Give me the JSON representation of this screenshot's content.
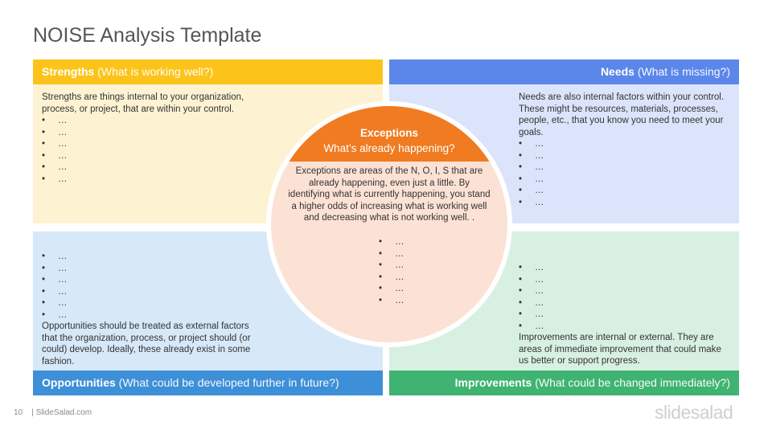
{
  "title": "NOISE Analysis Template",
  "colors": {
    "strengths_header": "#fcc41a",
    "strengths_bg": "#fdf3d3",
    "needs_header": "#5b86ea",
    "needs_bg": "#dbe4fa",
    "opportunities_header": "#3d8fd7",
    "opportunities_bg": "#d7e8f8",
    "improvements_header": "#3fb371",
    "improvements_bg": "#d7f0e2",
    "exceptions_header": "#f07b21",
    "exceptions_bg": "#fce2d4"
  },
  "strengths": {
    "label": "Strengths",
    "sub": "(What is working well?)",
    "text": "Strengths are things internal to your organization, process, or project, that are within your control.",
    "bullets": [
      "…",
      "…",
      "…",
      "…",
      "…",
      "…"
    ]
  },
  "needs": {
    "label": "Needs",
    "sub": "(What is missing?)",
    "text": "Needs are also internal factors within your control. These might be resources, materials, processes, people, etc., that you know you need to meet your goals.",
    "bullets": [
      "…",
      "…",
      "…",
      "…",
      "…",
      "…"
    ]
  },
  "opportunities": {
    "label": "Opportunities",
    "sub": "(What could be developed further in future?)",
    "text": "Opportunities should be treated as external factors that the organization, process, or project should (or could) develop. Ideally, these already exist in some fashion.",
    "bullets": [
      "…",
      "…",
      "…",
      "…",
      "…",
      "…"
    ]
  },
  "improvements": {
    "label": "Improvements",
    "sub": "(What could be changed immediately?)",
    "text": "Improvements are internal or external. They are areas of immediate improvement that could make us better or support progress.",
    "bullets": [
      "…",
      "…",
      "…",
      "…",
      "…",
      "…"
    ]
  },
  "exceptions": {
    "label": "Exceptions",
    "sub": "What’s already happening?",
    "text": "Exceptions are areas of the N, O, I, S that are already happening, even just a little. By identifying what is currently happening, you stand a higher odds of increasing what is working well and decreasing what is not working well. .",
    "bullets": [
      "…",
      "…",
      "…",
      "…",
      "…",
      "…"
    ]
  },
  "footer": {
    "page": "10",
    "site": "| SlideSalad.com",
    "brand": "slidesalad"
  }
}
